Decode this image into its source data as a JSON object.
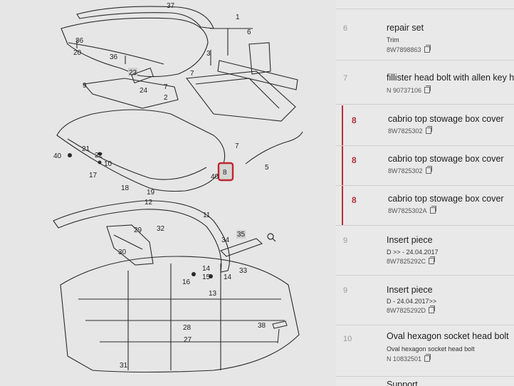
{
  "diagram": {
    "callouts": [
      "37",
      "1",
      "6",
      "36",
      "20",
      "3",
      "36",
      "7",
      "23",
      "9",
      "24",
      "7",
      "2",
      "40",
      "21",
      "22",
      "10",
      "17",
      "18",
      "19",
      "12",
      "7",
      "8",
      "5",
      "40",
      "11",
      "29",
      "32",
      "34",
      "35",
      "30",
      "33",
      "14",
      "15",
      "16",
      "13",
      "14",
      "28",
      "38",
      "27",
      "31"
    ],
    "highlighted_callout": "8"
  },
  "parts_list": {
    "items": [
      {
        "num": "6",
        "title": "repair set",
        "subtitle": "Trim",
        "code": "8W7898863",
        "active": false
      },
      {
        "num": "7",
        "title": "fillister head bolt with allen key head",
        "subtitle": "",
        "code": "N 90737106",
        "active": false
      },
      {
        "num": "8",
        "title": "cabrio top stowage box cover",
        "subtitle": "",
        "code": "8W7825302",
        "active": true
      },
      {
        "num": "8",
        "title": "cabrio top stowage box cover",
        "subtitle": "",
        "code": "8W7825302",
        "active": true
      },
      {
        "num": "8",
        "title": "cabrio top stowage box cover",
        "subtitle": "",
        "code": "8W7825302A",
        "active": true
      },
      {
        "num": "9",
        "title": "Insert piece",
        "subtitle": "D >> - 24.04.2017",
        "code": "8W7825292C",
        "active": false
      },
      {
        "num": "9",
        "title": "Insert piece",
        "subtitle": "D - 24.04.2017>>",
        "code": "8W7825292D",
        "active": false
      },
      {
        "num": "10",
        "title": "Oval hexagon socket head bolt",
        "subtitle": "Oval hexagon socket head bolt",
        "code": "N 10832501",
        "active": false
      },
      {
        "num": "",
        "title": "Support",
        "subtitle": "",
        "code": "",
        "active": false
      }
    ]
  },
  "icons": {
    "copy": "copy-icon",
    "zoom": "magnifier-icon"
  },
  "colors": {
    "accent": "#b0303a",
    "highlight_box": "#c0262d"
  }
}
